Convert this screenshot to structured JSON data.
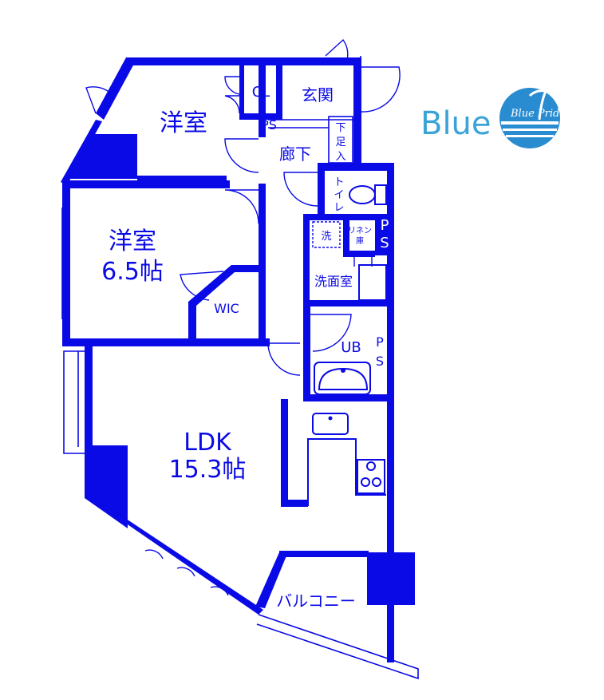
{
  "plan": {
    "rooms": {
      "bedroom_1": "洋室",
      "bedroom_2_name": "洋室",
      "bedroom_2_size": "6.5帖",
      "closet": "CL",
      "entrance": "玄関",
      "shoe_box": [
        "下",
        "足",
        "入"
      ],
      "hallway": "廊下",
      "toilet": [
        "ト",
        "イ",
        "レ"
      ],
      "ps_top": [
        "P",
        "S"
      ],
      "ps_corridor": "PS",
      "laundry": "洗",
      "linen": [
        "リネン",
        "庫"
      ],
      "washroom": "洗面室",
      "wic": "WIC",
      "bath": "UB",
      "ps_bath": [
        "P",
        "S"
      ],
      "ldk_name": "LDK",
      "ldk_size": "15.3帖",
      "balcony": "バルコニー"
    }
  },
  "brand": {
    "wordmark": "Blue",
    "logo_text": "Blue Pride",
    "colors": {
      "wall": "#0a0ae6",
      "wordmark": "#3aa4d8",
      "logo_bg": "#2a8cd0"
    }
  }
}
